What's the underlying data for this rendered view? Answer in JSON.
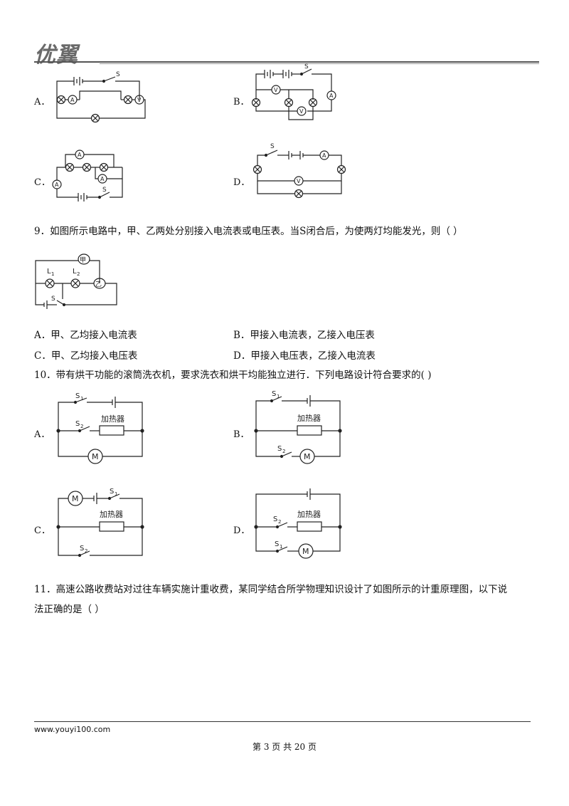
{
  "header": {
    "logo": "优翼"
  },
  "q8": {
    "options": [
      {
        "letter": "A．"
      },
      {
        "letter": "B．"
      },
      {
        "letter": "C．"
      },
      {
        "letter": "D．"
      }
    ]
  },
  "symbols": {
    "switch": "S",
    "ammeter": "A",
    "voltmeter": "V",
    "motor": "M",
    "jia": "甲",
    "yi": "乙",
    "l1": "L",
    "l1_sub": "1",
    "l2": "L",
    "l2_sub": "2",
    "s1": "S",
    "s1_sub": "1",
    "s2": "S",
    "s2_sub": "2",
    "heater": "加热器"
  },
  "q9": {
    "text": "9．如图所示电路中，甲、乙两处分别接入电流表或电压表。当S闭合后，为使两灯均能发光，则（    ）",
    "answers": [
      "A．甲、乙均接入电流表",
      "B．甲接入电流表，乙接入电压表",
      "C．甲、乙均接入电压表",
      "D．甲接入电压表，乙接入电流表"
    ]
  },
  "q10": {
    "text": "10．带有烘干功能的滚筒洗衣机，要求洗衣和烘干均能独立进行．下列电路设计符合要求的(     )",
    "options": [
      {
        "letter": "A．"
      },
      {
        "letter": "B．"
      },
      {
        "letter": "C．"
      },
      {
        "letter": "D．"
      }
    ]
  },
  "q11": {
    "line1": "11．高速公路收费站对过往车辆实施计重收费，某同学结合所学物理知识设计了如图所示的计重原理图，以下说",
    "line2": "法正确的是（    ）"
  },
  "footer": {
    "url": "www.youyi100.com",
    "page": "第 3 页 共 20 页"
  }
}
